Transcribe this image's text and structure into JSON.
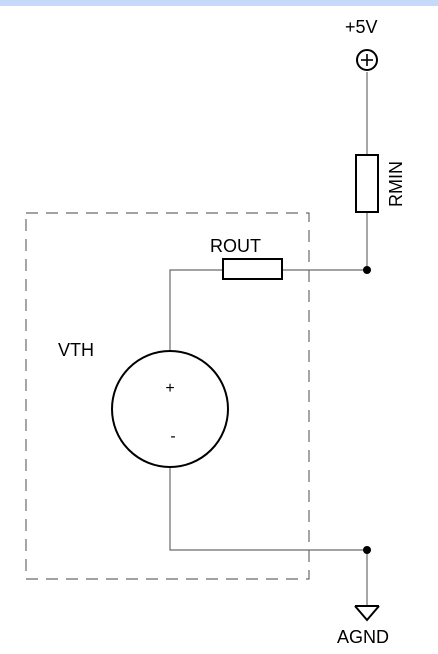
{
  "colors": {
    "wire": "#6a6a6a",
    "component": "#000000",
    "top_bar": "#c7d9fb",
    "background": "#ffffff"
  },
  "labels": {
    "supply": "+5V",
    "rmin": "RMIN",
    "rout": "ROUT",
    "vth": "VTH",
    "plus_sign": "+",
    "minus_sign": "-",
    "ground": "AGND"
  },
  "components": [
    {
      "kind": "power-port",
      "label": "+5V"
    },
    {
      "kind": "resistor",
      "label": "RMIN"
    },
    {
      "kind": "resistor",
      "label": "ROUT"
    },
    {
      "kind": "voltage-source",
      "label": "VTH"
    },
    {
      "kind": "ground-port",
      "label": "AGND"
    }
  ]
}
